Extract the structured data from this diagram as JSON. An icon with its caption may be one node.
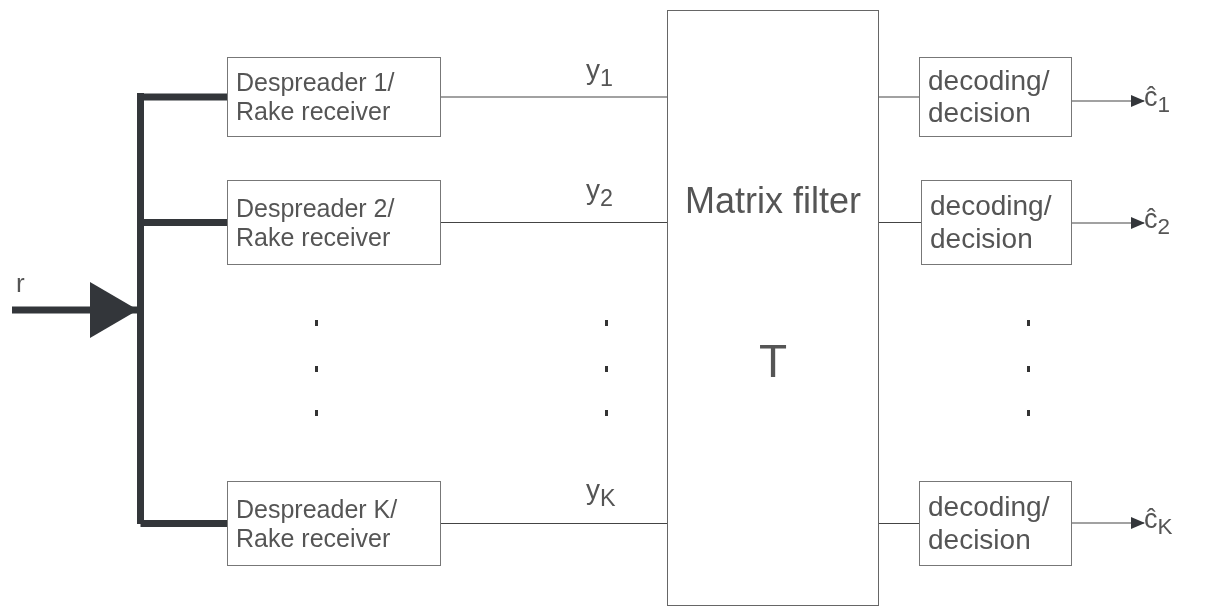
{
  "diagram": {
    "nodes": [
      {
        "text": [],
        "shape": "bar"
      },
      {
        "text": [
          "Despreader 1/ Rake receiver"
        ]
      },
      {
        "text": [
          "Despreader 2/ Rake receiver"
        ]
      },
      {
        "text": [
          "Despreader K/ Rake receiver"
        ]
      },
      {
        "text": [
          "Matrix filter",
          "T"
        ]
      },
      {
        "text": [
          "decoding/ decision"
        ]
      },
      {
        "text": [
          "decoding/ decision"
        ]
      },
      {
        "text": [
          "decoding/ decision"
        ]
      },
      {
        "text": [
          "ĉ$_{1}$"
        ]
      },
      {
        "text": [
          "ĉ$_{2}$"
        ]
      },
      {
        "text": [
          "ĉ$_{K}$"
        ]
      }
    ],
    "edges": [
      {
        "from": null,
        "to": 0,
        "arrow": "to",
        "style": "thick",
        "label": "r"
      },
      {
        "from": 0,
        "to": 1,
        "arrow": "none",
        "style": "thick"
      },
      {
        "from": 0,
        "to": 2,
        "arrow": "none",
        "style": "thick"
      },
      {
        "from": 0,
        "to": 3,
        "arrow": "none",
        "style": "thick"
      },
      {
        "from": 1,
        "to": 4,
        "arrow": "none",
        "label": "y$_{1}$"
      },
      {
        "from": 2,
        "to": 4,
        "arrow": "none",
        "label": "y$_{2}$"
      },
      {
        "from": 3,
        "to": 4,
        "arrow": "none",
        "label": "y$_{K}$"
      },
      {
        "from": 4,
        "to": 5,
        "arrow": "none"
      },
      {
        "from": 4,
        "to": 6,
        "arrow": "none"
      },
      {
        "from": 4,
        "to": 7,
        "arrow": "none"
      },
      {
        "from": 5,
        "to": 8,
        "arrow": "to"
      },
      {
        "from": 6,
        "to": 9,
        "arrow": "to"
      },
      {
        "from": 7,
        "to": 10,
        "arrow": "to"
      }
    ]
  }
}
